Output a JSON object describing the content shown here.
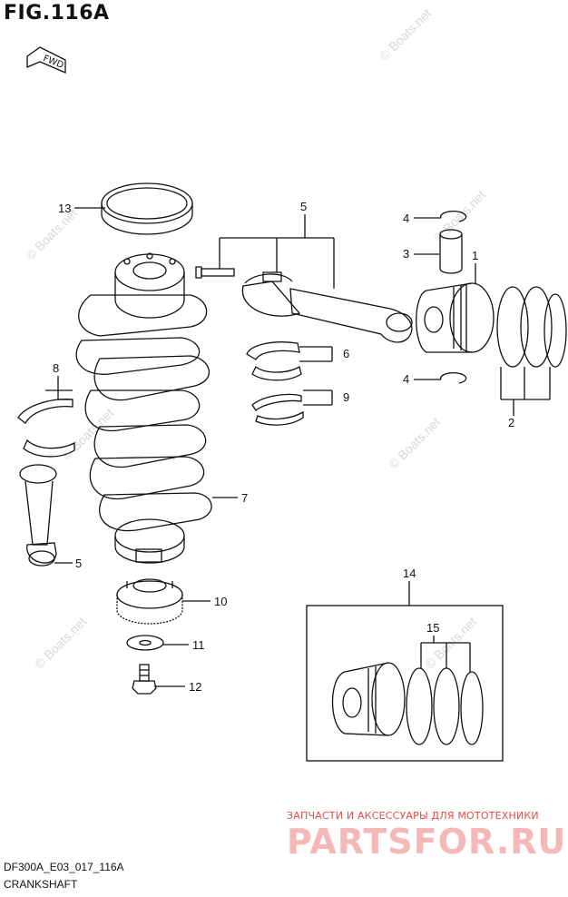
{
  "figure": {
    "title": "FIG.116A",
    "direction_tag": "FWD"
  },
  "callouts": [
    "1",
    "2",
    "3",
    "4",
    "4",
    "5",
    "5",
    "6",
    "7",
    "8",
    "9",
    "10",
    "11",
    "12",
    "13",
    "14",
    "15"
  ],
  "footer": {
    "code": "DF300A_E03_017_116A",
    "name": "CRANKSHAFT"
  },
  "watermarks": {
    "site_mark": "© Boats.net",
    "shop_tagline": "ЗАПЧАСТИ И АКСЕССУАРЫ ДЛЯ МОТОТЕХНИКИ",
    "shop_logo": "PARTSFOR.RU"
  },
  "colors": {
    "line": "#111111",
    "watermark_red": "#e84a4a"
  }
}
